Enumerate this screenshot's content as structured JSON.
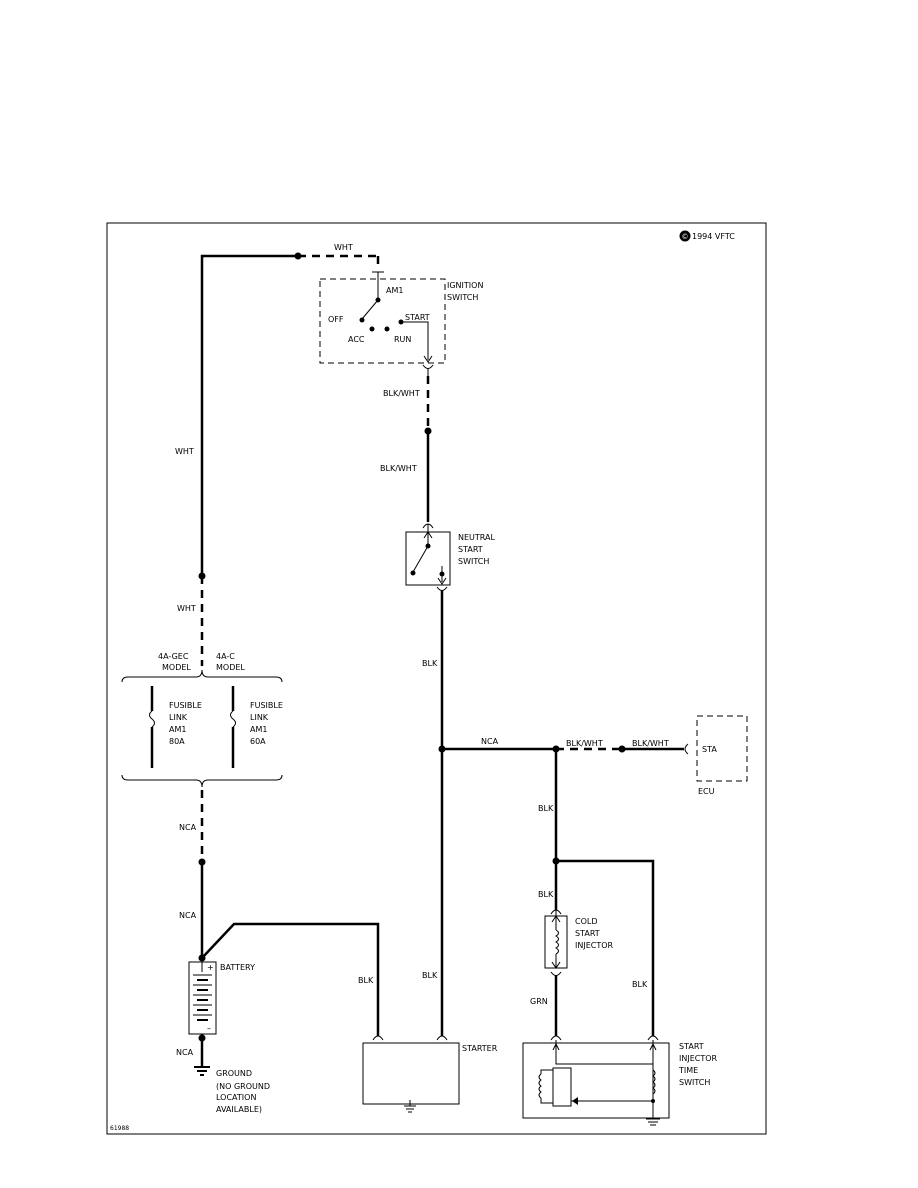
{
  "copyright": "1994 VFTC",
  "copyright_symbol": "©",
  "figure_id": "61988",
  "components": {
    "ignition_switch": {
      "label_1": "IGNITION",
      "label_2": "SWITCH",
      "am1": "AM1",
      "off": "OFF",
      "acc": "ACC",
      "start": "START",
      "run": "RUN"
    },
    "neutral_start_switch": {
      "label_1": "NEUTRAL",
      "label_2": "START",
      "label_3": "SWITCH"
    },
    "model_left": {
      "line_1": "4A-GEC",
      "line_2": "MODEL"
    },
    "model_right": {
      "line_1": "4A-C",
      "line_2": "MODEL"
    },
    "fusible_left": {
      "line_1": "FUSIBLE",
      "line_2": "LINK",
      "line_3": "AM1",
      "line_4": "80A"
    },
    "fusible_right": {
      "line_1": "FUSIBLE",
      "line_2": "LINK",
      "line_3": "AM1",
      "line_4": "60A"
    },
    "battery": {
      "label": "BATTERY",
      "plus": "+",
      "minus": "–"
    },
    "ground": {
      "line_1": "GROUND",
      "line_2": "(NO GROUND",
      "line_3": "LOCATION",
      "line_4": "AVAILABLE)"
    },
    "starter": {
      "label": "STARTER"
    },
    "ecu": {
      "label": "ECU",
      "pin": "STA"
    },
    "cold_start_injector": {
      "line_1": "COLD",
      "line_2": "START",
      "line_3": "INJECTOR"
    },
    "start_injector_time_switch": {
      "line_1": "START",
      "line_2": "INJECTOR",
      "line_3": "TIME",
      "line_4": "SWITCH"
    }
  },
  "wire_labels": {
    "wht_top": "WHT",
    "wht_left_upper": "WHT",
    "wht_left_lower": "WHT",
    "blk_wht_upper": "BLK/WHT",
    "blk_wht_lower": "BLK/WHT",
    "blk_nss": "BLK",
    "nca_junction": "NCA",
    "blk_wht_to_ecu_1": "BLK/WHT",
    "blk_wht_to_ecu_2": "BLK/WHT",
    "blk_branch": "BLK",
    "blk_injector_top": "BLK",
    "grn": "GRN",
    "blk_time_switch": "BLK",
    "blk_starter_left": "BLK",
    "blk_starter_right": "BLK",
    "nca_fuse_below": "NCA",
    "nca_battery_top": "NCA",
    "nca_battery_bottom": "NCA"
  }
}
